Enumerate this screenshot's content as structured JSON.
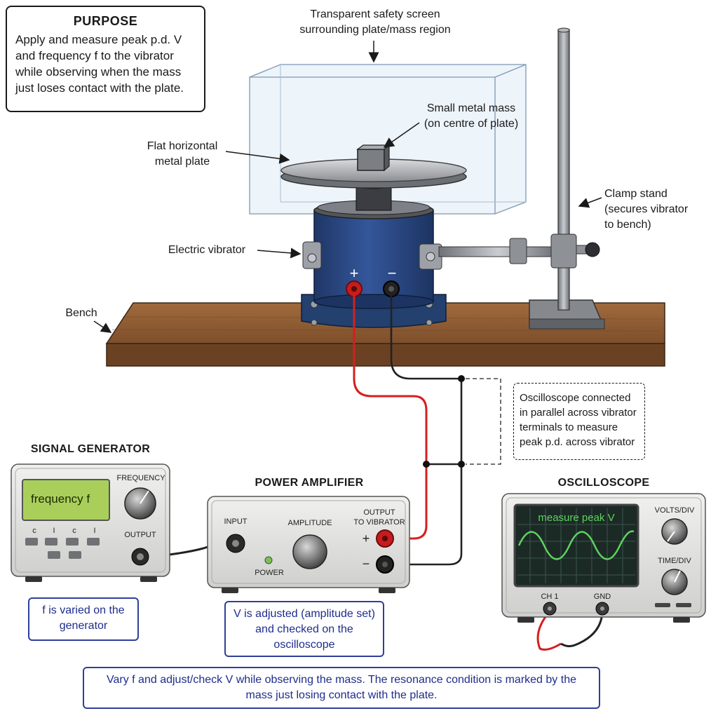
{
  "purpose": {
    "title": "PURPOSE",
    "text": "Apply and measure peak p.d. V and frequency f to the vibrator while observing when the mass just loses contact with the plate."
  },
  "labels": {
    "safety_screen_line1": "Transparent safety screen",
    "safety_screen_line2": "surrounding plate/mass region",
    "mass_line1": "Small metal mass",
    "mass_line2": "(on centre of plate)",
    "plate_line1": "Flat horizontal",
    "plate_line2": "metal plate",
    "clamp_line1": "Clamp stand",
    "clamp_line2": "(secures vibrator",
    "clamp_line3": "to bench)",
    "vibrator": "Electric vibrator",
    "bench": "Bench",
    "vibrator_plus": "+",
    "vibrator_minus": "−"
  },
  "oscilloscope_note": "Oscilloscope connected in parallel across vibrator terminals to measure peak p.d. across vibrator",
  "signal_generator": {
    "title": "SIGNAL GENERATOR",
    "display": "frequency f",
    "frequency_label": "FREQUENCY",
    "output_label": "OUTPUT",
    "button_marks": [
      "c",
      "I",
      "c",
      "I"
    ]
  },
  "power_amplifier": {
    "title": "POWER AMPLIFIER",
    "input_label": "INPUT",
    "amplitude_label": "AMPLITUDE",
    "output_line1": "OUTPUT",
    "output_line2": "TO VIBRATOR",
    "power_label": "POWER",
    "plus": "+",
    "minus": "−"
  },
  "oscilloscope": {
    "title": "OSCILLOSCOPE",
    "screen_text": "measure peak V",
    "volts_label": "VOLTS/DIV",
    "time_label": "TIME/DIV",
    "ch1_label": "CH 1",
    "gnd_label": "GND"
  },
  "notes": {
    "generator": "f is varied on the generator",
    "amplifier": "V is adjusted (amplitude set) and checked on the oscilloscope",
    "bottom": "Vary f and adjust/check V while observing the mass. The resonance condition is marked by the mass just losing contact with the plate."
  },
  "colors": {
    "vibrator_body": "#2b4a86",
    "bench": "#8a5a33",
    "red_lead": "#d42020",
    "blue_text": "#1e2d8c",
    "lcd_green": "#a9cf5a",
    "scope_trace": "#5fd35f"
  }
}
